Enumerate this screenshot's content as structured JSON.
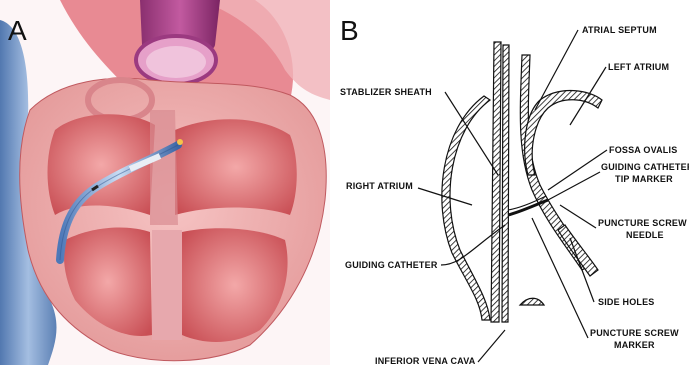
{
  "panels": {
    "a": {
      "letter": "A"
    },
    "b": {
      "letter": "B"
    }
  },
  "labels": {
    "atrial_septum": "ATRIAL SEPTUM",
    "left_atrium": "LEFT ATRIUM",
    "stabilizer_sheath": "STABLIZER SHEATH",
    "fossa_ovalis": "FOSSA OVALIS",
    "guiding_catheter_tip_marker_1": "GUIDING CATHETER",
    "guiding_catheter_tip_marker_2": "TIP MARKER",
    "right_atrium": "RIGHT ATRIUM",
    "puncture_screw_needle_1": "PUNCTURE SCREW",
    "puncture_screw_needle_2": "NEEDLE",
    "guiding_catheter": "GUIDING CATHETER",
    "side_holes": "SIDE HOLES",
    "puncture_screw_marker_1": "PUNCTURE SCREW",
    "puncture_screw_marker_2": "MARKER",
    "inferior_vena_cava": "INFERIOR VENA CAVA"
  }
}
